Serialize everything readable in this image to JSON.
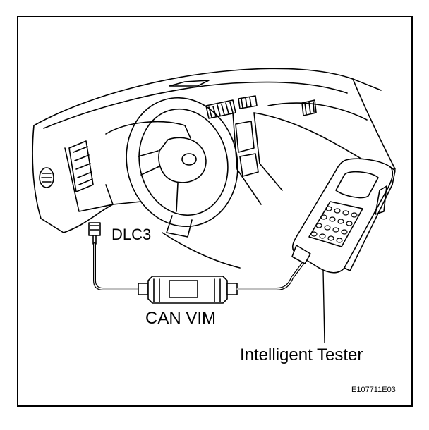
{
  "labels": {
    "dlc3": "DLC3",
    "can_vim": "CAN VIM",
    "intelligent_tester": "Intelligent Tester",
    "figure_code": "E107711E03"
  }
}
